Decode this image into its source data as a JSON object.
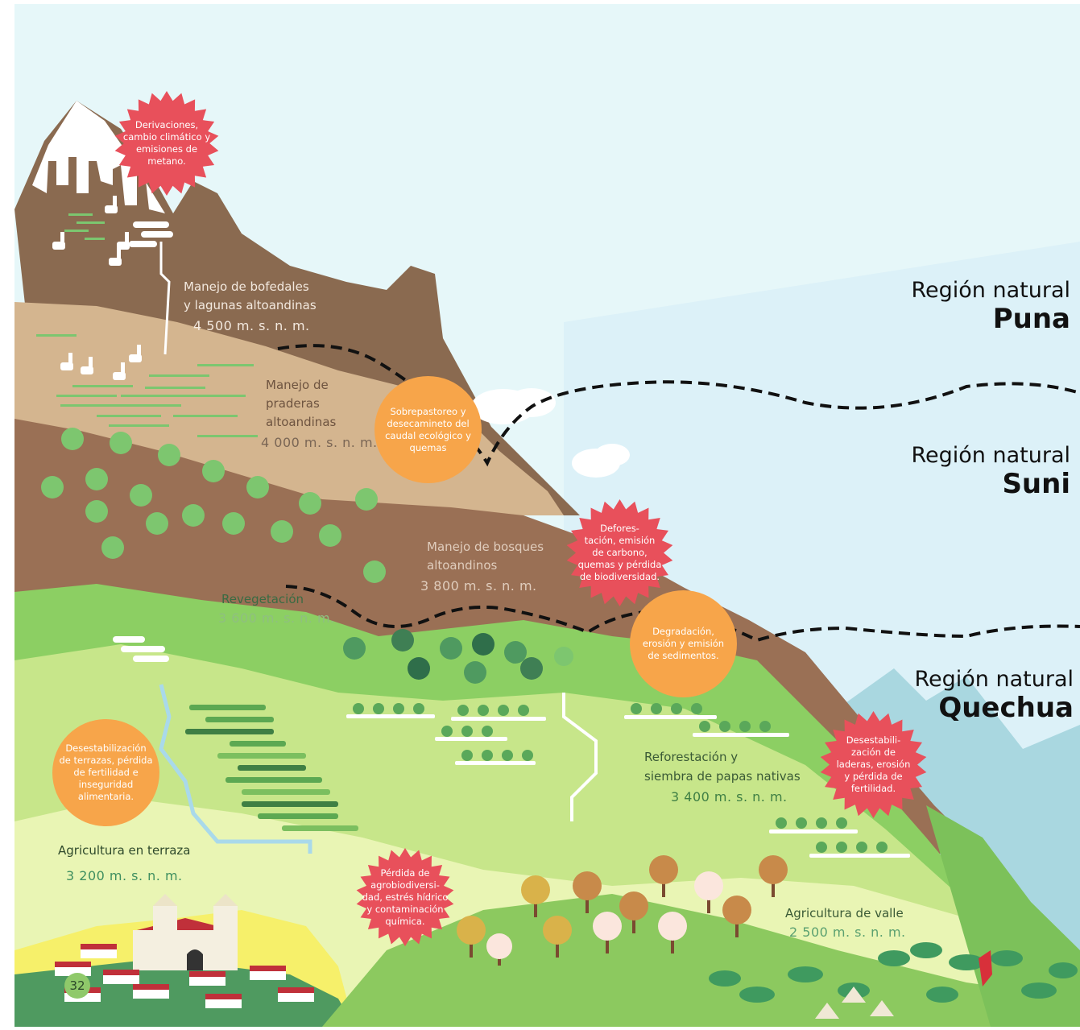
{
  "regions": [
    {
      "prefix": "Región natural",
      "name": "Puna"
    },
    {
      "prefix": "Región natural",
      "name": "Suni"
    },
    {
      "prefix": "Región natural",
      "name": "Quechua"
    }
  ],
  "zones": [
    {
      "label": "Manejo de bofedales\ny lagunas altoandinas",
      "altitude": "4 500 m. s. n. m."
    },
    {
      "label": "Manejo de\npraderas\naltoandinas",
      "altitude": "4 000 m. s. n. m."
    },
    {
      "label": "Manejo de bosques\naltoandinos",
      "altitude": "3 800 m. s. n. m."
    },
    {
      "label": "Revegetación",
      "altitude": "3 600 m. s. n. m."
    },
    {
      "label": "Reforestación y\nsiembra de papas nativas",
      "altitude": "3 400 m. s. n. m."
    },
    {
      "label": "Agricultura en terraza",
      "altitude": "3 200 m. s. n. m."
    },
    {
      "label": "Agricultura de valle",
      "altitude": "2 500 m. s. n. m."
    }
  ],
  "impacts": [
    {
      "text": "Derivaciones,\ncambio climático y\nemisiones de\nmetano.",
      "shape": "burst",
      "color": "#e8505b"
    },
    {
      "text": "Sobrepastoreo y\ndesecamineto del\ncaudal ecológico y\nquemas",
      "shape": "circle",
      "color": "#f7a54a"
    },
    {
      "text": "Defores-\ntación, emisión\nde carbono,\nquemas y pérdida\nde biodiversidad.",
      "shape": "burst",
      "color": "#e8505b"
    },
    {
      "text": "Degradación,\nerosión y emisión\nde sedimentos.",
      "shape": "circle",
      "color": "#f7a54a"
    },
    {
      "text": "Desestabili-\nzación de\nladeras, erosión\ny pérdida de\nfertilidad.",
      "shape": "burst",
      "color": "#e8505b"
    },
    {
      "text": "Desestabilización\nde terrazas, pérdida\nde fertilidad e\ninseguridad\nalimentaria.",
      "shape": "circle",
      "color": "#f7a54a"
    },
    {
      "text": "Pérdida de\nagrobiodiversi-\ndad, estrés hídrico\ny contaminación\nquímica.",
      "shape": "burst",
      "color": "#e8505b"
    }
  ],
  "page_number": "32"
}
